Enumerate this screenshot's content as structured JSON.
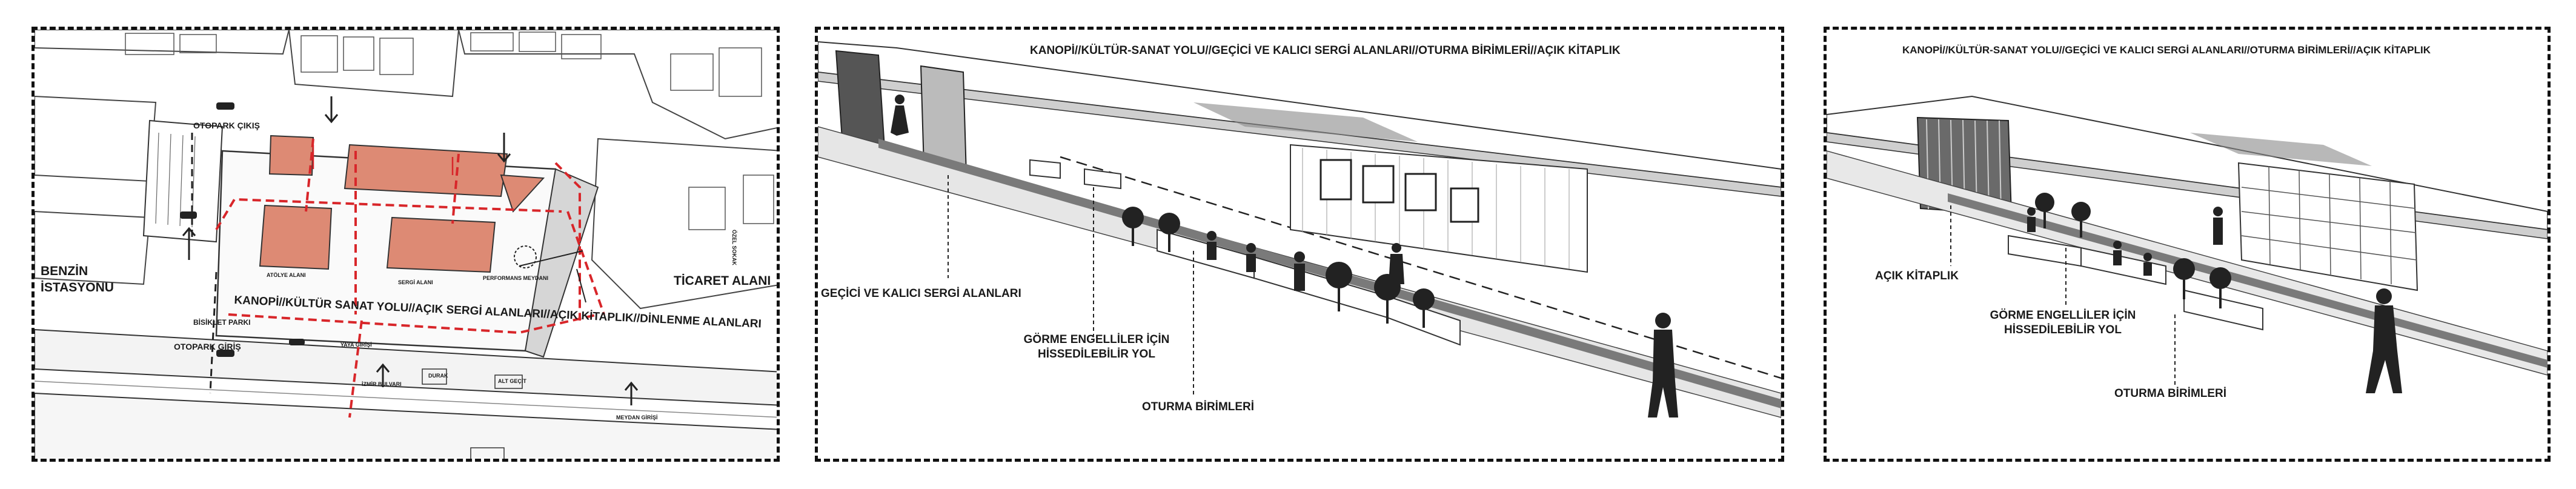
{
  "panel1": {
    "labels": {
      "otopark_cikis": "OTOPARK ÇIKIŞ",
      "otopark_giris": "OTOPARK GİRİŞ",
      "benzin": "BENZİN İSTASYONU",
      "ticaret": "TİCARET ALANI",
      "bisiklet": "BİSİKLET PARKI",
      "kanopi": "KANOPİ//KÜLTÜR SANAT YOLU//AÇIK SERGİ ALANLARI//AÇIK KİTAPLIK//DİNLENME ALANLARI",
      "durak": "DURAK",
      "alt_gecit": "ALT GEÇİT",
      "izmir_bulvari": "İZMİR BULVARI",
      "meydan_girisi": "MEYDAN GİRİŞİ",
      "yaya_girisi": "YAYA GİRİŞİ",
      "performans_meydani": "PERFORMANS MEYDANI",
      "sergi_alani": "SERGİ ALANI",
      "atolye": "ATÖLYE ALANI",
      "ozel_sokak": "ÖZEL SOKAK"
    }
  },
  "panel2": {
    "title": "KANOPİ//KÜLTÜR-SANAT YOLU//GEÇİCİ VE KALICI SERGİ ALANLARI//OTURMA BİRİMLERİ//AÇIK KİTAPLIK",
    "labels": {
      "sergi": "GEÇİCİ VE KALICI SERGİ ALANLARI",
      "gorme_1": "GÖRME ENGELLİLER İÇİN",
      "gorme_2": "HİSSEDİLEBİLİR YOL",
      "oturma": "OTURMA BİRİMLERİ"
    }
  },
  "panel3": {
    "title": "KANOPİ//KÜLTÜR-SANAT YOLU//GEÇİCİ VE KALICI SERGİ ALANLARI//OTURMA BİRİMLERİ//AÇIK KİTAPLIK",
    "labels": {
      "kitaplik": "AÇIK KİTAPLIK",
      "gorme_1": "GÖRME ENGELLİLER İÇİN",
      "gorme_2": "HİSSEDİLEBİLİR YOL",
      "oturma": "OTURMA BİRİMLERİ"
    }
  },
  "colors": {
    "building": "#dd8a74",
    "route": "#d8262a",
    "line": "#222222",
    "shade": "#8c8c8c"
  }
}
